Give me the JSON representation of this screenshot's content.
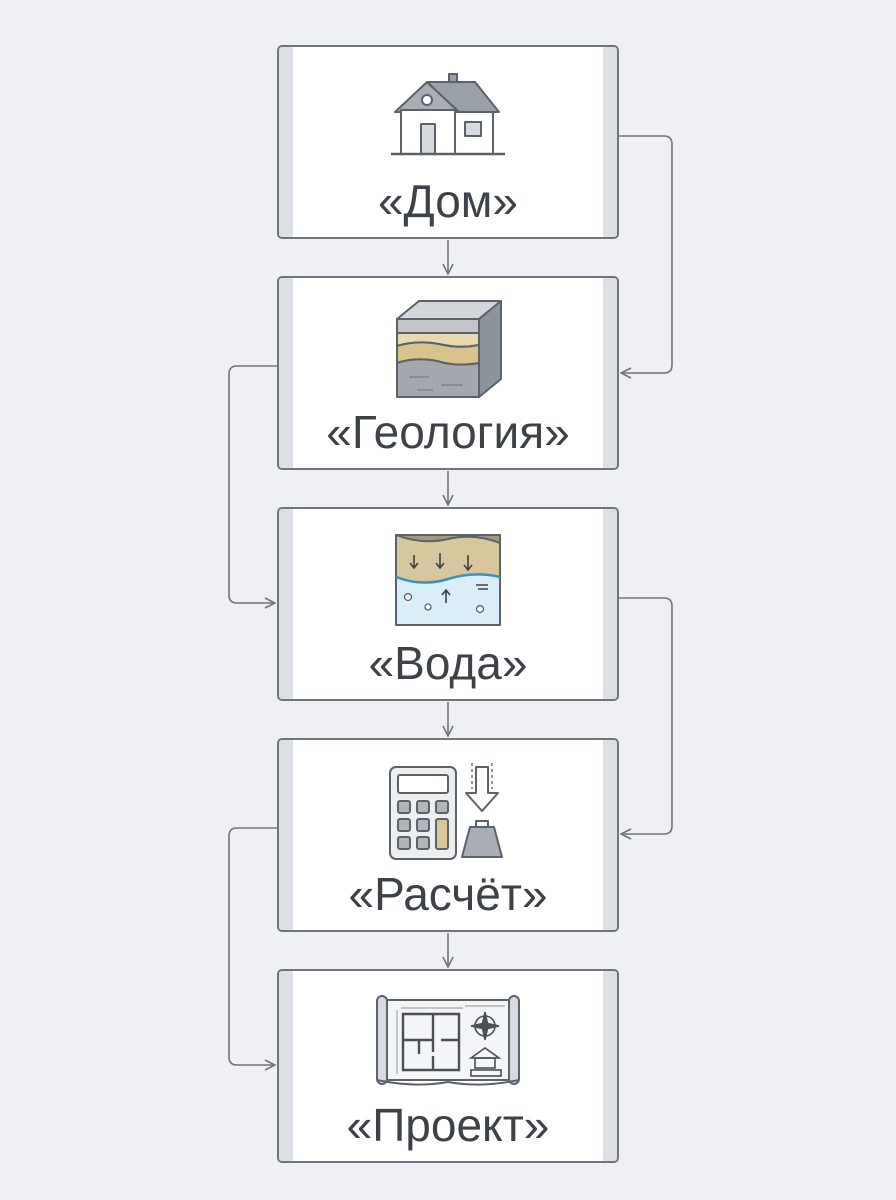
{
  "colors": {
    "background": "#eef0f3",
    "box_border": "#6f757c",
    "box_side_bar": "#dcdfe3",
    "connector": "#6f757c",
    "label_text": "#3c4248"
  },
  "steps": [
    {
      "label": "«Дом»",
      "icon": "house-icon"
    },
    {
      "label": "«Геология»",
      "icon": "soil-layers-icon"
    },
    {
      "label": "«Вода»",
      "icon": "groundwater-icon"
    },
    {
      "label": "«Расчёт»",
      "icon": "calculator-load-icon"
    },
    {
      "label": "«Проект»",
      "icon": "blueprint-icon"
    }
  ]
}
